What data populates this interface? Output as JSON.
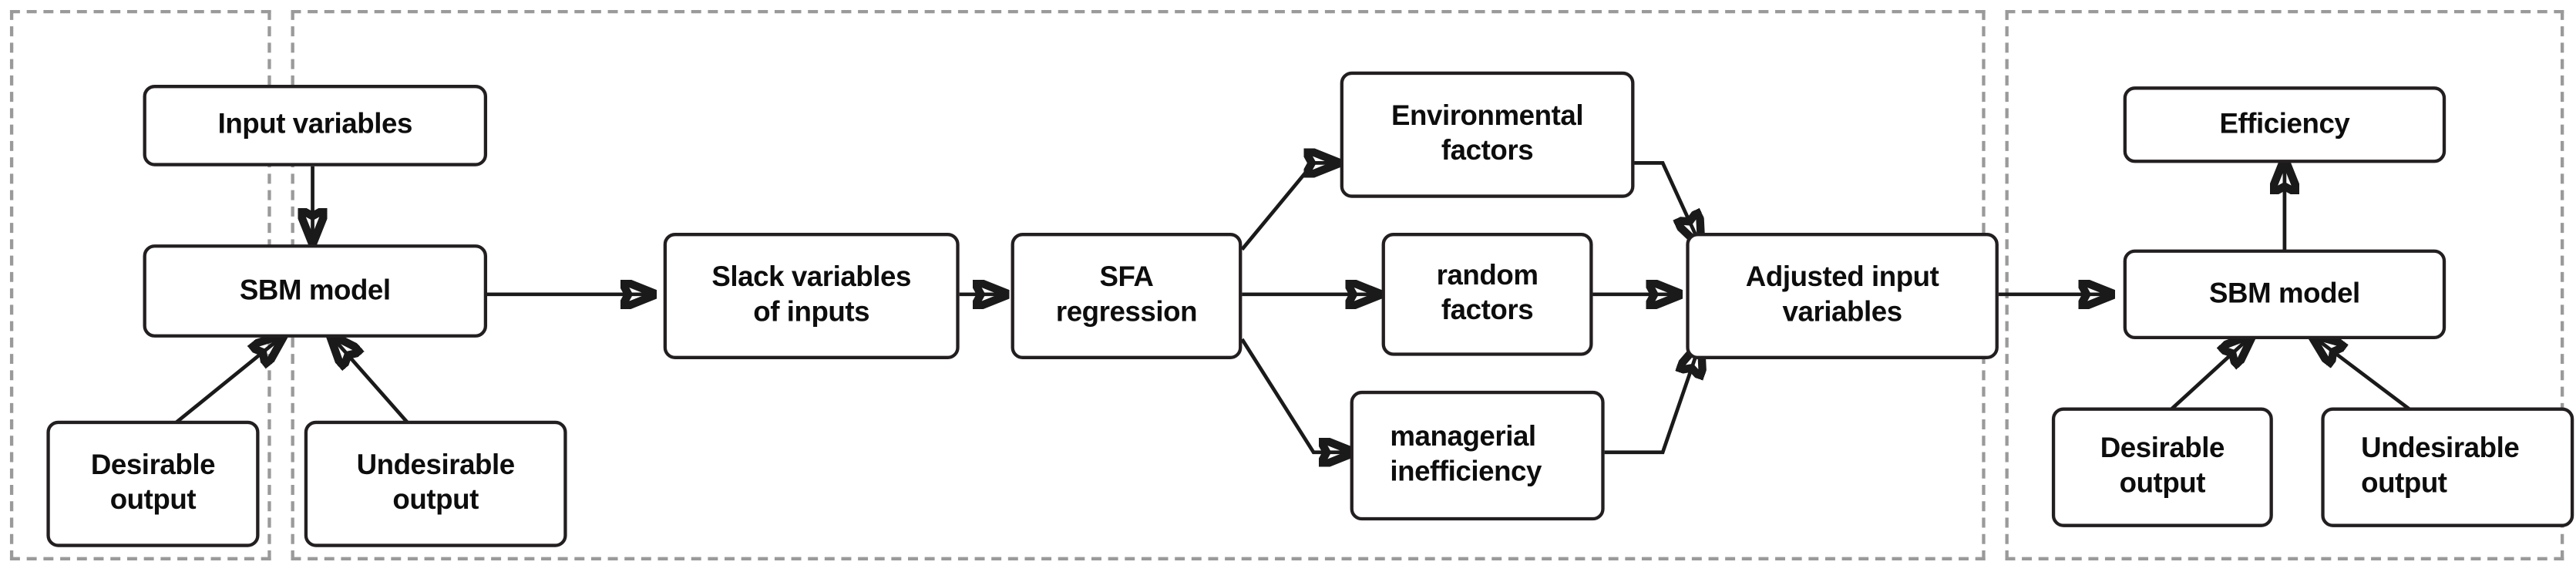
{
  "diagram": {
    "title": "SBM-SFA three-stage efficiency analysis flowchart",
    "stroke_color": "#231f20",
    "panel_border_color": "#9a9a9a",
    "background": "#ffffff",
    "panels": [
      {
        "id": "stage-one",
        "label": ""
      },
      {
        "id": "stage-two",
        "label": ""
      },
      {
        "id": "stage-three",
        "label": ""
      }
    ],
    "stage_one": {
      "input_variables": "Input variables",
      "sbm_model": "SBM model",
      "desirable_output": "Desirable\noutput",
      "undesirable_output": "Undesirable\noutput"
    },
    "stage_two": {
      "slack_variables": "Slack variables\nof inputs",
      "sfa_regression": "SFA\nregression",
      "environmental_factors": "Environmental\nfactors",
      "random_factors": "random\nfactors",
      "managerial_inefficiency": "managerial\ninefficiency",
      "adjusted_input_variables": "Adjusted input\nvariables"
    },
    "stage_three": {
      "efficiency": "Efficiency",
      "sbm_model": "SBM model",
      "desirable_output": "Desirable\noutput",
      "undesirable_output": "Undesirable\noutput"
    }
  }
}
